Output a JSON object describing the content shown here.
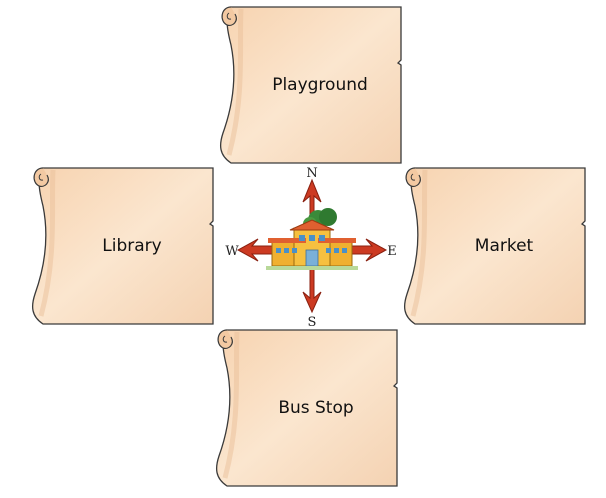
{
  "places": {
    "north": "Playground",
    "west": "Library",
    "east": "Market",
    "south": "Bus Stop"
  },
  "compass": {
    "n": "N",
    "s": "S",
    "e": "E",
    "w": "W"
  },
  "colors": {
    "paper": "#f8dcc0",
    "paper_edge": "#3a3a3a",
    "arrow": "#cc3a22",
    "building": "#f0b030",
    "tree": "#3a8a3a"
  }
}
